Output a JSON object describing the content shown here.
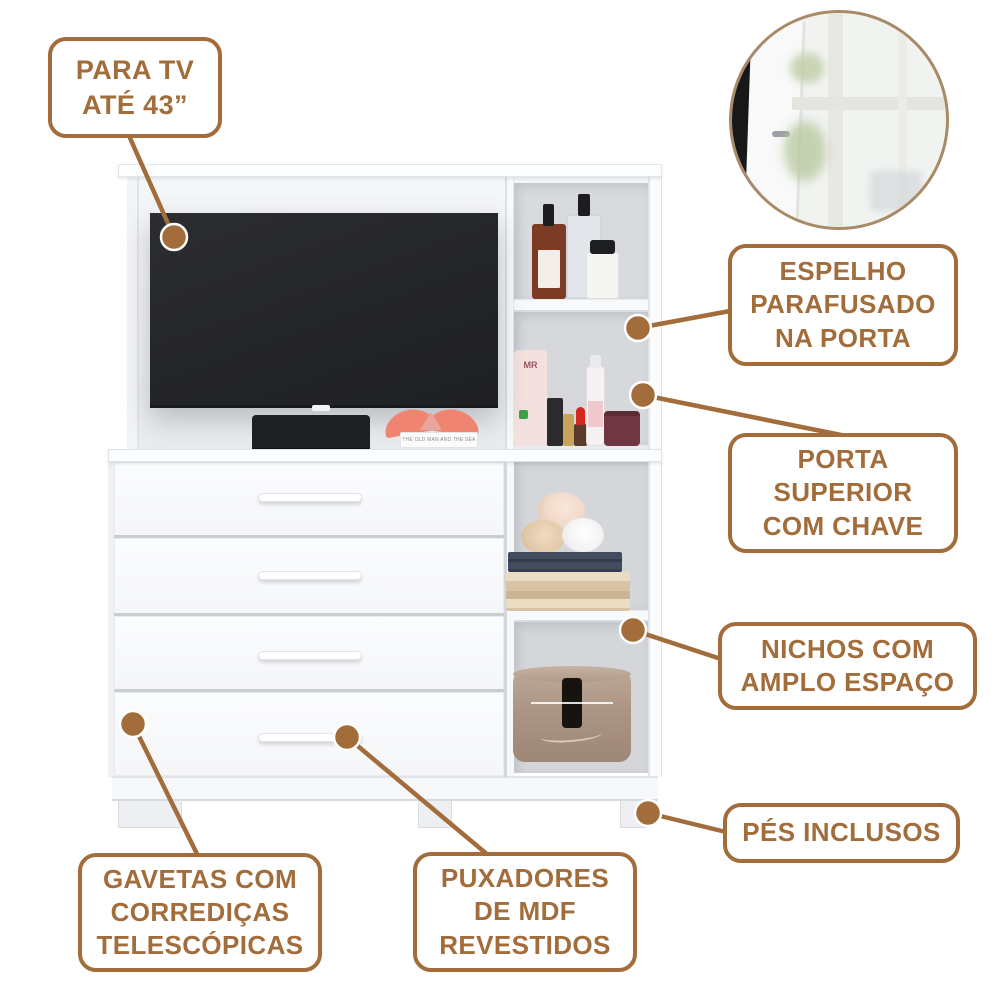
{
  "accent": "#A26C3B",
  "callouts": {
    "para_tv": {
      "label": "PARA TV\nATÉ 43”"
    },
    "espelho": {
      "label": "ESPELHO\nPARAFUSADO\nNA PORTA"
    },
    "porta": {
      "label": "PORTA\nSUPERIOR\nCOM CHAVE"
    },
    "nichos": {
      "label": "NICHOS COM\nAMPLO ESPAÇO"
    },
    "pes": {
      "label": "PÉS INCLUSOS"
    },
    "gavetas": {
      "label": "GAVETAS COM\nCORREDIÇAS\nTELESCÓPICAS"
    },
    "puxadores": {
      "label": "PUXADORES\nDE MDF\nREVESTIDOS"
    }
  },
  "props": {
    "book_title": "THE OLD MAN AND THE SEA",
    "tube_brand": "MR"
  }
}
